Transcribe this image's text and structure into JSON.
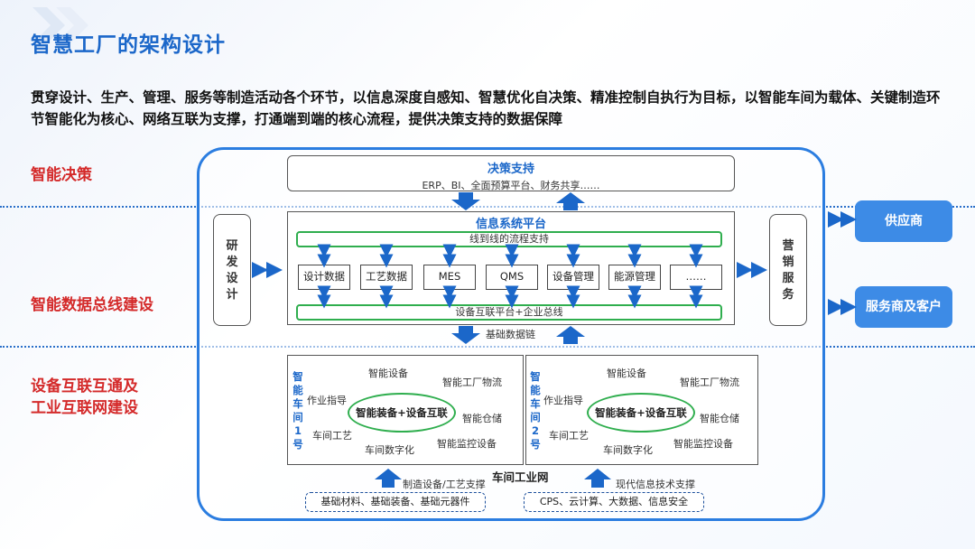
{
  "title": "智慧工厂的架构设计",
  "subtitle": "贯穿设计、生产、管理、服务等制造活动各个环节，以信息深度自感知、智慧优化自决策、精准控制自执行为目标，以智能车间为载体、关键制造环节智能化为核心、网络互联为支撑，打通端到端的核心流程，提供决策支持的数据保障",
  "layers": {
    "decision": "智能决策",
    "databus": "智能数据总线建设",
    "iot_line1": "设备互联互通及",
    "iot_line2": "工业互联网建设"
  },
  "decision_box": {
    "title": "决策支持",
    "items": "ERP、BI、全面预算平台、财务共享……"
  },
  "info_platform": {
    "title": "信息系统平台",
    "top_bar": "线到线的流程支持",
    "modules": [
      "设计数据",
      "工艺数据",
      "MES",
      "QMS",
      "设备管理",
      "能源管理",
      "……"
    ],
    "bottom_bar": "设备互联平台+企业总线",
    "foundation_link": "基础数据链"
  },
  "side": {
    "rd": [
      "研",
      "发",
      "设",
      "计"
    ],
    "marketing": [
      "营",
      "销",
      "服",
      "务"
    ]
  },
  "partners": {
    "supplier": "供应商",
    "service_customer": "服务商及客户"
  },
  "workshops": [
    {
      "vertical": [
        "智",
        "能",
        "车",
        "间",
        "1",
        "号"
      ],
      "center": "智能装备+设备互联",
      "items": {
        "smart_equipment": "智能设备",
        "logistics": "智能工厂物流",
        "guidance": "作业指导",
        "warehouse": "智能仓储",
        "process": "车间工艺",
        "digital": "车间数字化",
        "monitor": "智能监控设备"
      }
    },
    {
      "vertical": [
        "智",
        "能",
        "车",
        "间",
        "2",
        "号"
      ],
      "center": "智能装备+设备互联",
      "items": {
        "smart_equipment": "智能设备",
        "logistics": "智能工厂物流",
        "guidance": "作业指导",
        "warehouse": "智能仓储",
        "process": "车间工艺",
        "digital": "车间数字化",
        "monitor": "智能监控设备"
      }
    }
  ],
  "network": "车间工业网",
  "bottom": {
    "left_label": "制造设备/工艺支撑",
    "left_box": "基础材料、基础装备、基础元器件",
    "right_label": "现代信息技术支撑",
    "right_box": "CPS、云计算、大数据、信息安全"
  },
  "colors": {
    "primary": "#1b67c9",
    "layer_red": "#d42a2a",
    "frame": "#2b7de0",
    "green": "#2fae4e",
    "partner_fill": "#3d8be6"
  }
}
